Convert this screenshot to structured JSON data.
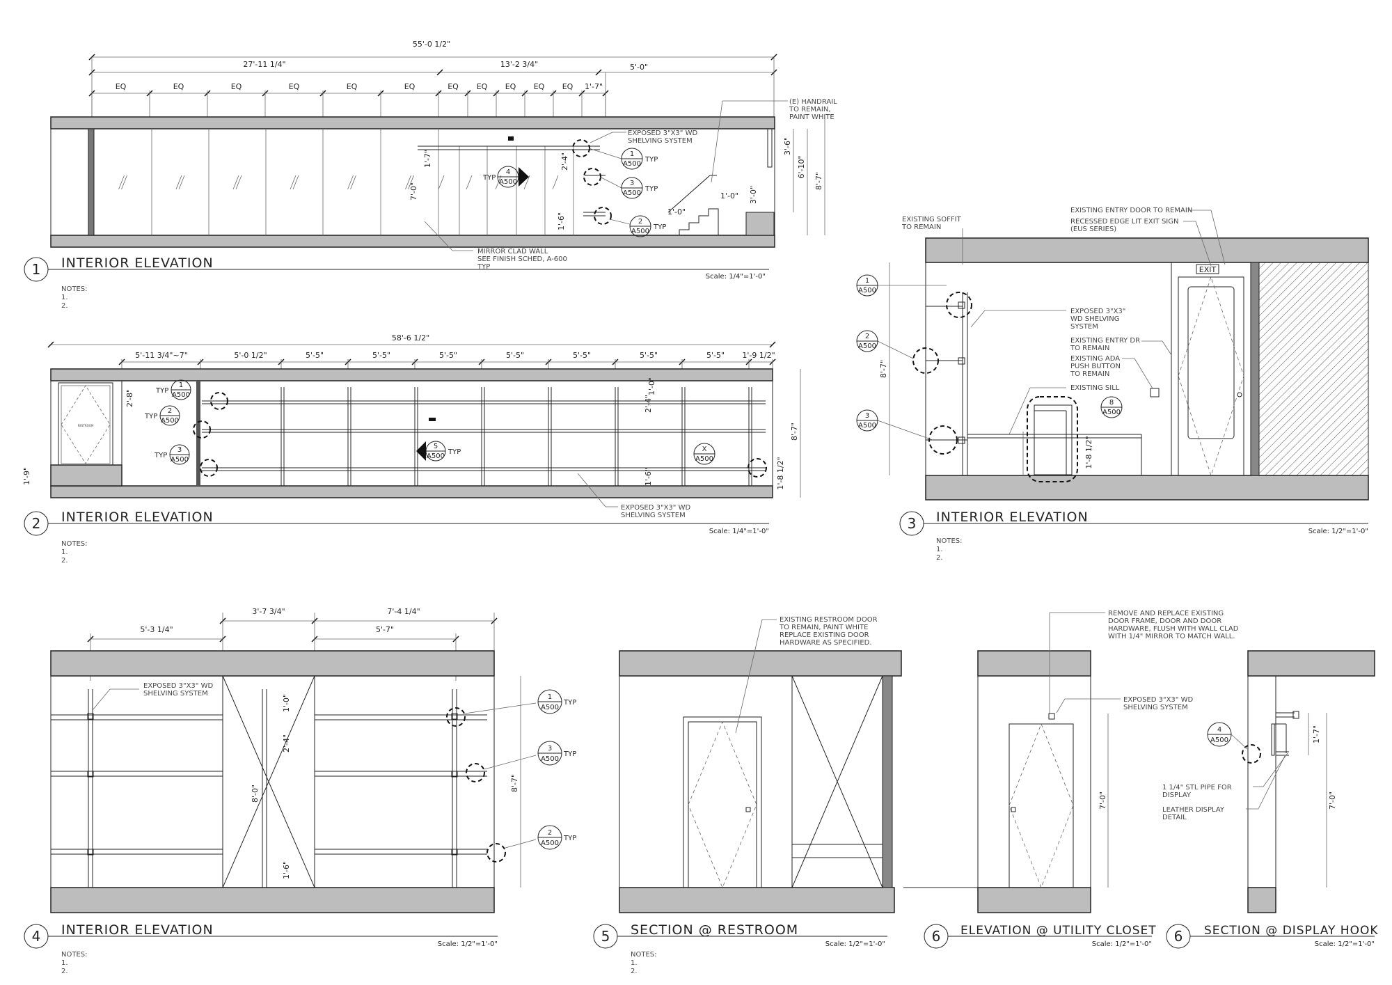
{
  "sheet": {
    "drawings": [
      {
        "number": "1",
        "title": "INTERIOR ELEVATION",
        "scale": "Scale: 1/4\"=1'-0\"",
        "notes": [
          "NOTES:",
          "1.",
          "2."
        ]
      },
      {
        "number": "2",
        "title": "INTERIOR ELEVATION",
        "scale": "Scale: 1/4\"=1'-0\"",
        "notes": [
          "NOTES:",
          "1.",
          "2."
        ]
      },
      {
        "number": "3",
        "title": "INTERIOR ELEVATION",
        "scale": "Scale: 1/2\"=1'-0\"",
        "notes": [
          "NOTES:",
          "1.",
          "2."
        ]
      },
      {
        "number": "4",
        "title": "INTERIOR ELEVATION",
        "scale": "Scale: 1/2\"=1'-0\"",
        "notes": [
          "NOTES:",
          "1.",
          "2."
        ]
      },
      {
        "number": "5",
        "title": "SECTION @ RESTROOM",
        "scale": "Scale: 1/2\"=1'-0\"",
        "notes": [
          "NOTES:",
          "1.",
          "2."
        ]
      },
      {
        "number": "6",
        "title": "ELEVATION @ UTILITY CLOSET",
        "scale": "Scale: 1/2\"=1'-0\""
      },
      {
        "number": "6",
        "title": "SECTION @ DISPLAY HOOK",
        "scale": "Scale: 1/2\"=1'-0\""
      }
    ]
  },
  "e1": {
    "dims_top": [
      "55'-0 1/2\"",
      "27'-11 1/4\"",
      "13'-2 3/4\"",
      "5'-0\""
    ],
    "dims_eq": [
      "EQ",
      "EQ",
      "EQ",
      "EQ",
      "EQ",
      "EQ",
      "EQ",
      "EQ",
      "EQ",
      "EQ",
      "EQ",
      "1'-7\""
    ],
    "dims_side": [
      "3'-6\"",
      "6'-10\"",
      "8'-7\"",
      "3'-0\"",
      "1'-0\"",
      "1'-0\"",
      "1'-7\"",
      "7'-0\"",
      "2'-4\"",
      "1'-6\""
    ],
    "notes": {
      "handrail": [
        "(E) HANDRAIL",
        "TO REMAIN,",
        "PAINT WHITE"
      ],
      "shelving": [
        "EXPOSED 3\"X3\" WD",
        "SHELVING SYSTEM"
      ],
      "mirror": [
        "MIRROR CLAD WALL",
        "SEE FINISH SCHED, A-600",
        "TYP"
      ]
    },
    "bubbles": [
      {
        "num": "1",
        "sheet": "A500",
        "tag": "TYP"
      },
      {
        "num": "3",
        "sheet": "A500",
        "tag": "TYP"
      },
      {
        "num": "2",
        "sheet": "A500",
        "tag": "TYP"
      },
      {
        "num": "4",
        "sheet": "A500",
        "tag": "TYP"
      }
    ]
  },
  "e2": {
    "dims_top": [
      "58'-6 1/2\"",
      "5'-11 3/4\"~7\"",
      "5'-0 1/2\"",
      "5'-5\"",
      "5'-5\"",
      "5'-5\"",
      "5'-5\"",
      "5'-5\"",
      "5'-5\"",
      "5'-5\"",
      "1'-9 1/2\""
    ],
    "dims_side": [
      "2'-8\"",
      "2'-4\"",
      "1'-6\"",
      "8'-7\"",
      "1'-9\"",
      "1'-8 1/2\"",
      "1'-0\""
    ],
    "notes": {
      "shelving": [
        "EXPOSED 3\"X3\" WD",
        "SHELVING SYSTEM"
      ]
    },
    "bubbles": [
      {
        "num": "1",
        "sheet": "A500",
        "tag": "TYP"
      },
      {
        "num": "2",
        "sheet": "A500",
        "tag": "TYP"
      },
      {
        "num": "3",
        "sheet": "A500",
        "tag": "TYP"
      },
      {
        "num": "5",
        "sheet": "A500",
        "tag": "TYP"
      },
      {
        "num": "X",
        "sheet": "A500",
        "tag": ""
      }
    ],
    "door_label": "RESTROOM"
  },
  "e3": {
    "notes": {
      "soffit": [
        "EXISTING SOFFIT",
        "TO REMAIN"
      ],
      "entry_door": [
        "EXISTING ENTRY DOOR TO REMAIN"
      ],
      "exit_sign": [
        "RECESSED EDGE LIT EXIT SIGN",
        "(EUS SERIES)"
      ],
      "shelving": [
        "EXPOSED 3\"X3\"",
        "WD SHELVING",
        "SYSTEM"
      ],
      "entry_dr": [
        "EXISTING ENTRY DR",
        "TO REMAIN"
      ],
      "ada": [
        "EXISTING ADA",
        "PUSH BUTTON",
        "TO REMAIN"
      ],
      "sill": [
        "EXISTING SILL"
      ]
    },
    "exit_text": "EXIT",
    "dims": [
      "8'-7\"",
      "1'-8 1/2\""
    ],
    "bubbles": [
      {
        "num": "1",
        "sheet": "A500"
      },
      {
        "num": "2",
        "sheet": "A500"
      },
      {
        "num": "3",
        "sheet": "A500"
      },
      {
        "num": "8",
        "sheet": "A500"
      }
    ]
  },
  "e4": {
    "dims_top": [
      "3'-7 3/4\"",
      "7'-4 1/4\"",
      "5'-3 1/4\"",
      "5'-7\""
    ],
    "dims_side": [
      "1'-0\"",
      "2'-4\"",
      "8'-0\"",
      "1'-6\"",
      "8'-7\""
    ],
    "notes": {
      "shelving": [
        "EXPOSED 3\"X3\" WD",
        "SHELVING SYSTEM"
      ]
    },
    "bubbles": [
      {
        "num": "1",
        "sheet": "A500",
        "tag": "TYP"
      },
      {
        "num": "3",
        "sheet": "A500",
        "tag": "TYP"
      },
      {
        "num": "2",
        "sheet": "A500",
        "tag": "TYP"
      }
    ]
  },
  "e5": {
    "notes": {
      "door": [
        "EXISTING RESTROOM DOOR",
        "TO REMAIN, PAINT WHITE",
        "REPLACE EXISTING DOOR",
        "HARDWARE AS SPECIFIED."
      ]
    }
  },
  "e6": {
    "notes": {
      "replace": [
        "REMOVE AND REPLACE EXISTING",
        "DOOR FRAME, DOOR AND DOOR",
        "HARDWARE, FLUSH WITH WALL CLAD",
        "WITH 1/4\" MIRROR TO MATCH WALL."
      ],
      "shelving": [
        "EXPOSED 3\"X3\" WD",
        "SHELVING SYSTEM"
      ]
    },
    "dims": [
      "7'-0\""
    ]
  },
  "e7": {
    "notes": {
      "pipe": [
        "1 1/4\" STL PIPE FOR",
        "DISPLAY"
      ],
      "leather": [
        "LEATHER DISPLAY",
        "DETAIL"
      ]
    },
    "dims": [
      "1'-7\"",
      "7'-0\""
    ],
    "bubble": {
      "num": "4",
      "sheet": "A500"
    }
  },
  "colors": {
    "slab": "#bdbdbd",
    "line": "#222222",
    "paper": "#ffffff"
  }
}
